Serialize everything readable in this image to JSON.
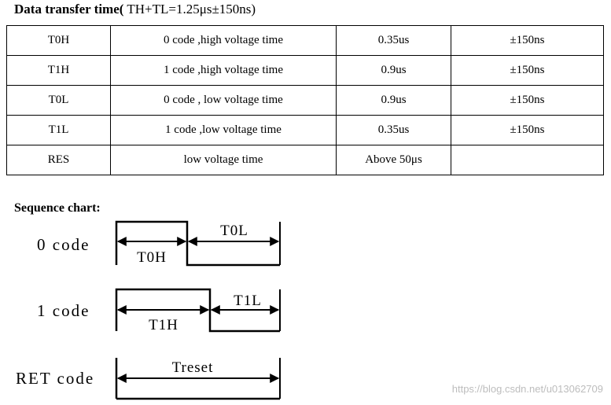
{
  "title": {
    "bold": "Data transfer time(",
    "rest": " TH+TL=1.25μs±150ns)"
  },
  "table": {
    "rows": [
      [
        "T0H",
        "0 code ,high voltage time",
        "0.35us",
        "±150ns"
      ],
      [
        "T1H",
        "1 code ,high voltage time",
        "0.9us",
        "±150ns"
      ],
      [
        "T0L",
        "0 code , low voltage time",
        "0.9us",
        "±150ns"
      ],
      [
        "T1L",
        "1 code ,low voltage time",
        "0.35us",
        "±150ns"
      ],
      [
        "RES",
        "low voltage time",
        "Above 50μs",
        ""
      ]
    ]
  },
  "sequence": {
    "heading": "Sequence chart:",
    "codes": [
      {
        "label": "0 code",
        "high_label": "T0H",
        "low_label": "T0L"
      },
      {
        "label": "1 code",
        "high_label": "T1H",
        "low_label": "T1L"
      },
      {
        "label": "RET code",
        "span_label": "Treset"
      }
    ]
  },
  "watermark": "https://blog.csdn.net/u013062709"
}
